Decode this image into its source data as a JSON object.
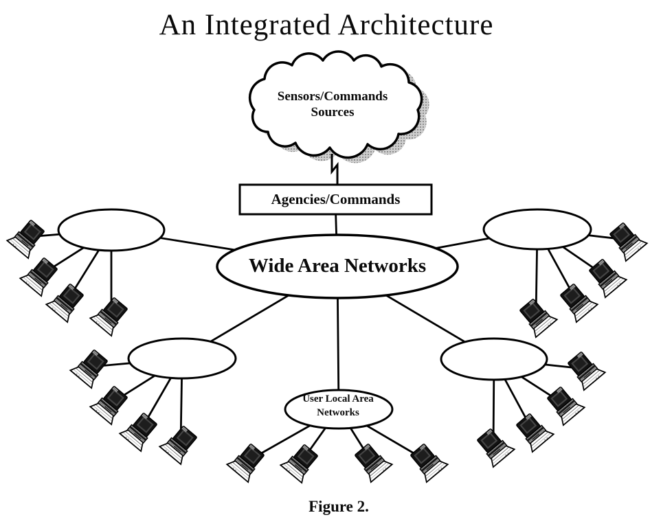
{
  "title": "An Integrated Architecture",
  "caption": "Figure 2.",
  "cloud": {
    "line1": "Sensors/Commands",
    "line2": "Sources"
  },
  "agencies_box": {
    "label": "Agencies/Commands"
  },
  "wan": {
    "label": "Wide Area Networks"
  },
  "user_lan": {
    "line1": "User Local Area",
    "line2": "Networks"
  },
  "icons": {
    "computer": "desktop-computer-icon",
    "cloud": "cloud-shape",
    "bolt": "lightning-connector"
  },
  "colors": {
    "ink": "#000000",
    "paper": "#ffffff",
    "cloud_shadow": "#b4b4b4"
  },
  "structure": {
    "unlabeled_lan_ellipses": 4,
    "computers_per_lan": 4,
    "total_computers": 20
  }
}
